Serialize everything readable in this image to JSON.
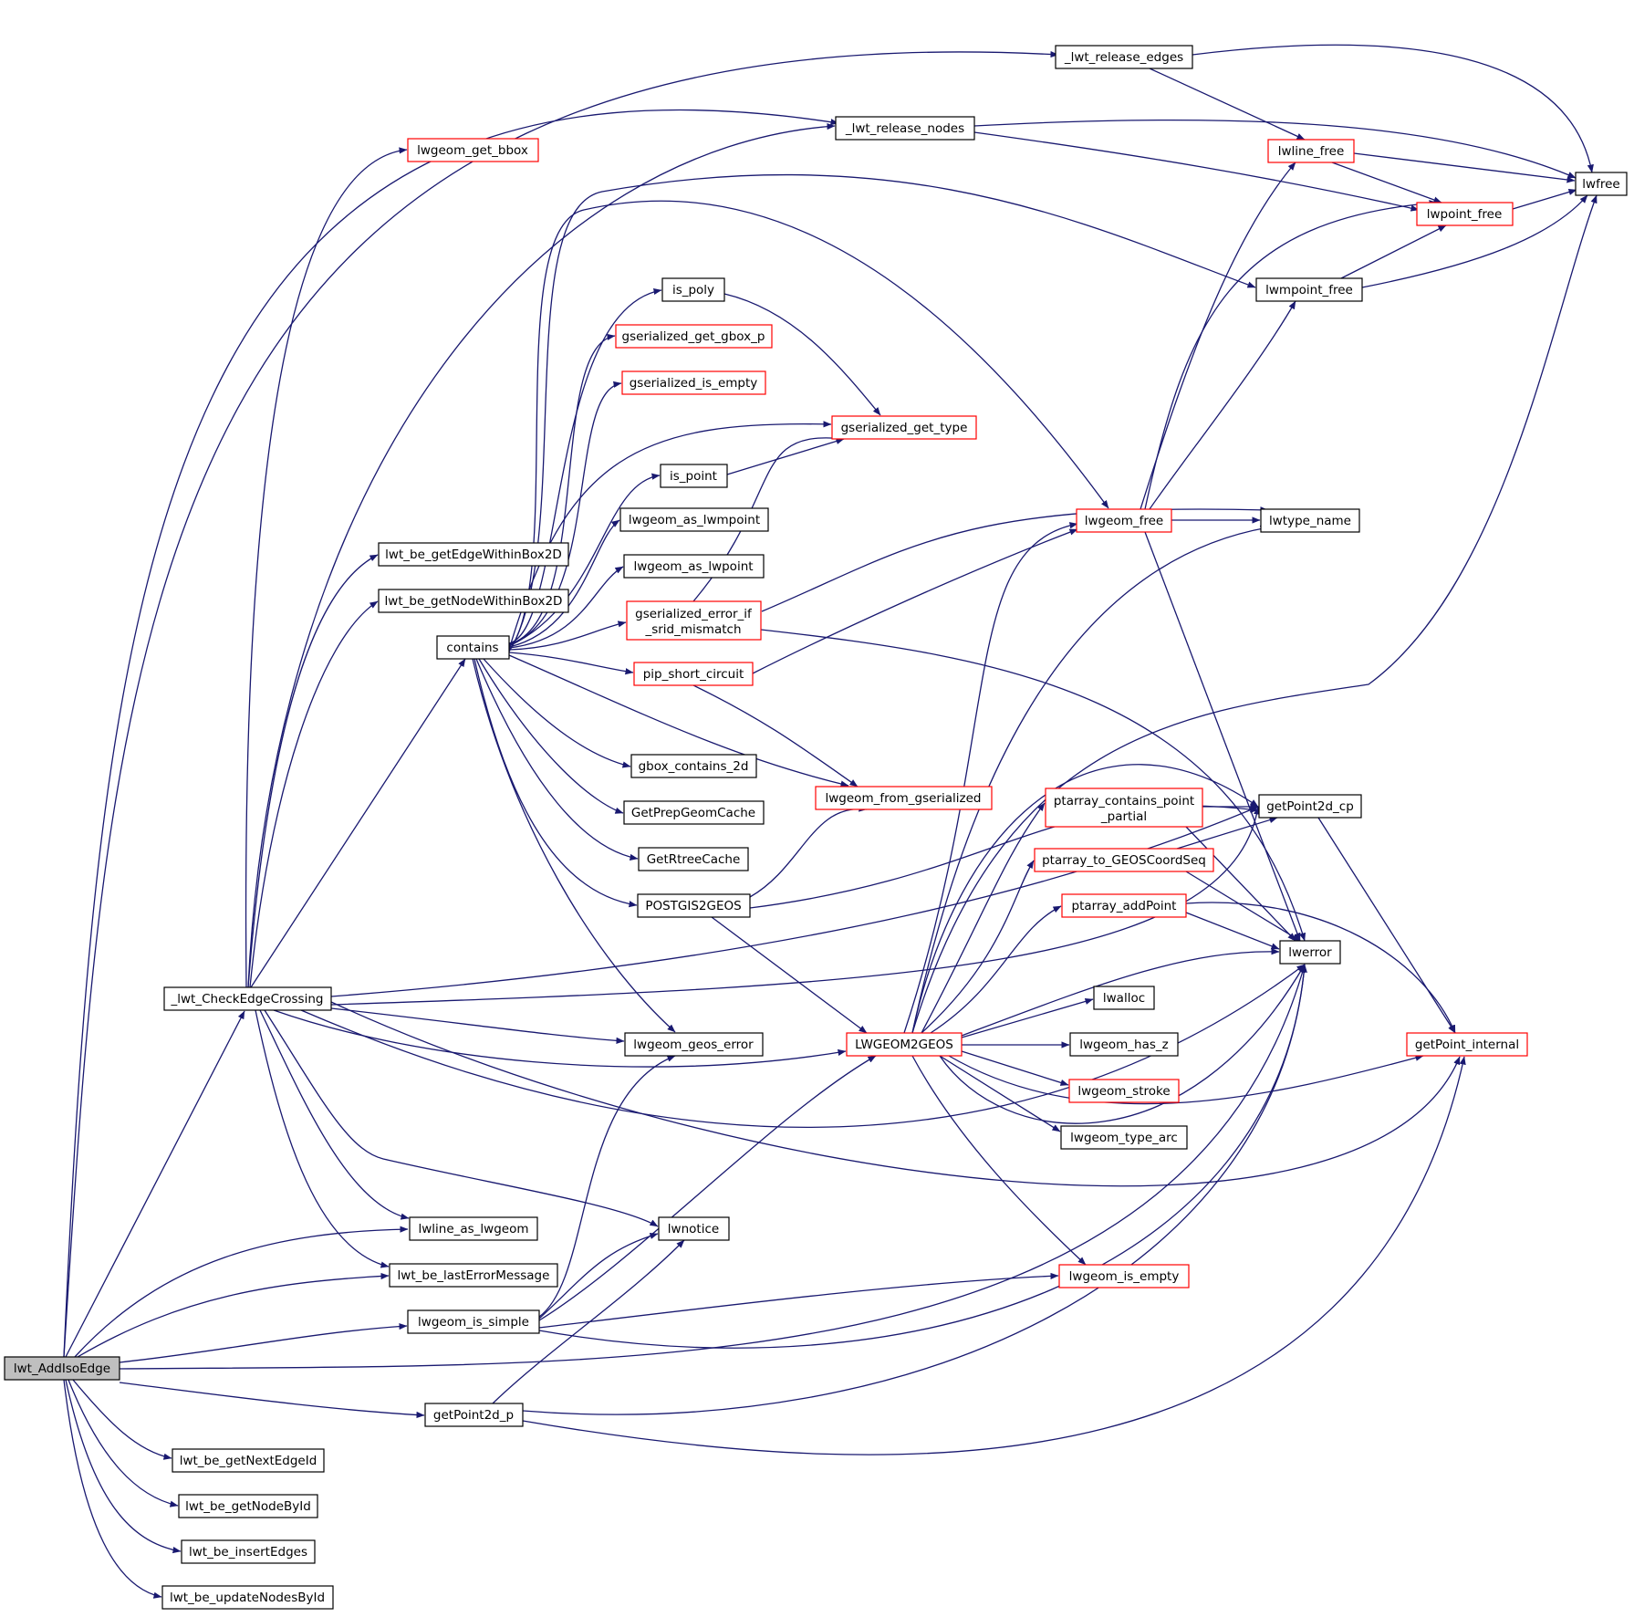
{
  "diagram_type": "call graph",
  "colors": {
    "edge": "#191970",
    "node_border": "#000000",
    "node_border_incomplete": "#ff0000",
    "root_fill": "#bfbfbf"
  },
  "nodes": {
    "lwt_AddIsoEdge": "lwt_AddIsoEdge",
    "_lwt_CheckEdgeCrossing": "_lwt_CheckEdgeCrossing",
    "lwt_be_getNextEdgeId": "lwt_be_getNextEdgeId",
    "lwt_be_getNodeById": "lwt_be_getNodeById",
    "lwt_be_insertEdges": "lwt_be_insertEdges",
    "lwt_be_updateNodesById": "lwt_be_updateNodesById",
    "lwline_as_lwgeom": "lwline_as_lwgeom",
    "lwt_be_lastErrorMessage": "lwt_be_lastErrorMessage",
    "lwgeom_is_simple": "lwgeom_is_simple",
    "getPoint2d_p": "getPoint2d_p",
    "lwt_be_getEdgeWithinBox2D": "lwt_be_getEdgeWithinBox2D",
    "lwt_be_getNodeWithinBox2D": "lwt_be_getNodeWithinBox2D",
    "contains": "contains",
    "lwgeom_get_bbox": "lwgeom_get_bbox",
    "_lwt_release_edges": "_lwt_release_edges",
    "_lwt_release_nodes": "_lwt_release_nodes",
    "is_poly": "is_poly",
    "gserialized_get_gbox_p": "gserialized_get_gbox_p",
    "gserialized_is_empty": "gserialized_is_empty",
    "is_point": "is_point",
    "lwgeom_as_lwmpoint": "lwgeom_as_lwmpoint",
    "lwgeom_as_lwpoint": "lwgeom_as_lwpoint",
    "gserialized_error_if_srid_mismatch_1": "gserialized_error_if",
    "gserialized_error_if_srid_mismatch_2": "_srid_mismatch",
    "pip_short_circuit": "pip_short_circuit",
    "gbox_contains_2d": "gbox_contains_2d",
    "GetPrepGeomCache": "GetPrepGeomCache",
    "GetRtreeCache": "GetRtreeCache",
    "POSTGIS2GEOS": "POSTGIS2GEOS",
    "lwgeom_geos_error": "lwgeom_geos_error",
    "lwnotice": "lwnotice",
    "gserialized_get_type": "gserialized_get_type",
    "lwgeom_from_gserialized": "lwgeom_from_gserialized",
    "LWGEOM2GEOS": "LWGEOM2GEOS",
    "lwgeom_free": "lwgeom_free",
    "ptarray_contains_point_partial_1": "ptarray_contains_point",
    "ptarray_contains_point_partial_2": "_partial",
    "ptarray_to_GEOSCoordSeq": "ptarray_to_GEOSCoordSeq",
    "ptarray_addPoint": "ptarray_addPoint",
    "lwalloc": "lwalloc",
    "lwgeom_has_z": "lwgeom_has_z",
    "lwgeom_stroke": "lwgeom_stroke",
    "lwgeom_type_arc": "lwgeom_type_arc",
    "lwgeom_is_empty": "lwgeom_is_empty",
    "lwline_free": "lwline_free",
    "lwpoint_free": "lwpoint_free",
    "lwmpoint_free": "lwmpoint_free",
    "lwtype_name": "lwtype_name",
    "getPoint2d_cp": "getPoint2d_cp",
    "lwerror": "lwerror",
    "getPoint_internal": "getPoint_internal",
    "lwfree": "lwfree"
  }
}
